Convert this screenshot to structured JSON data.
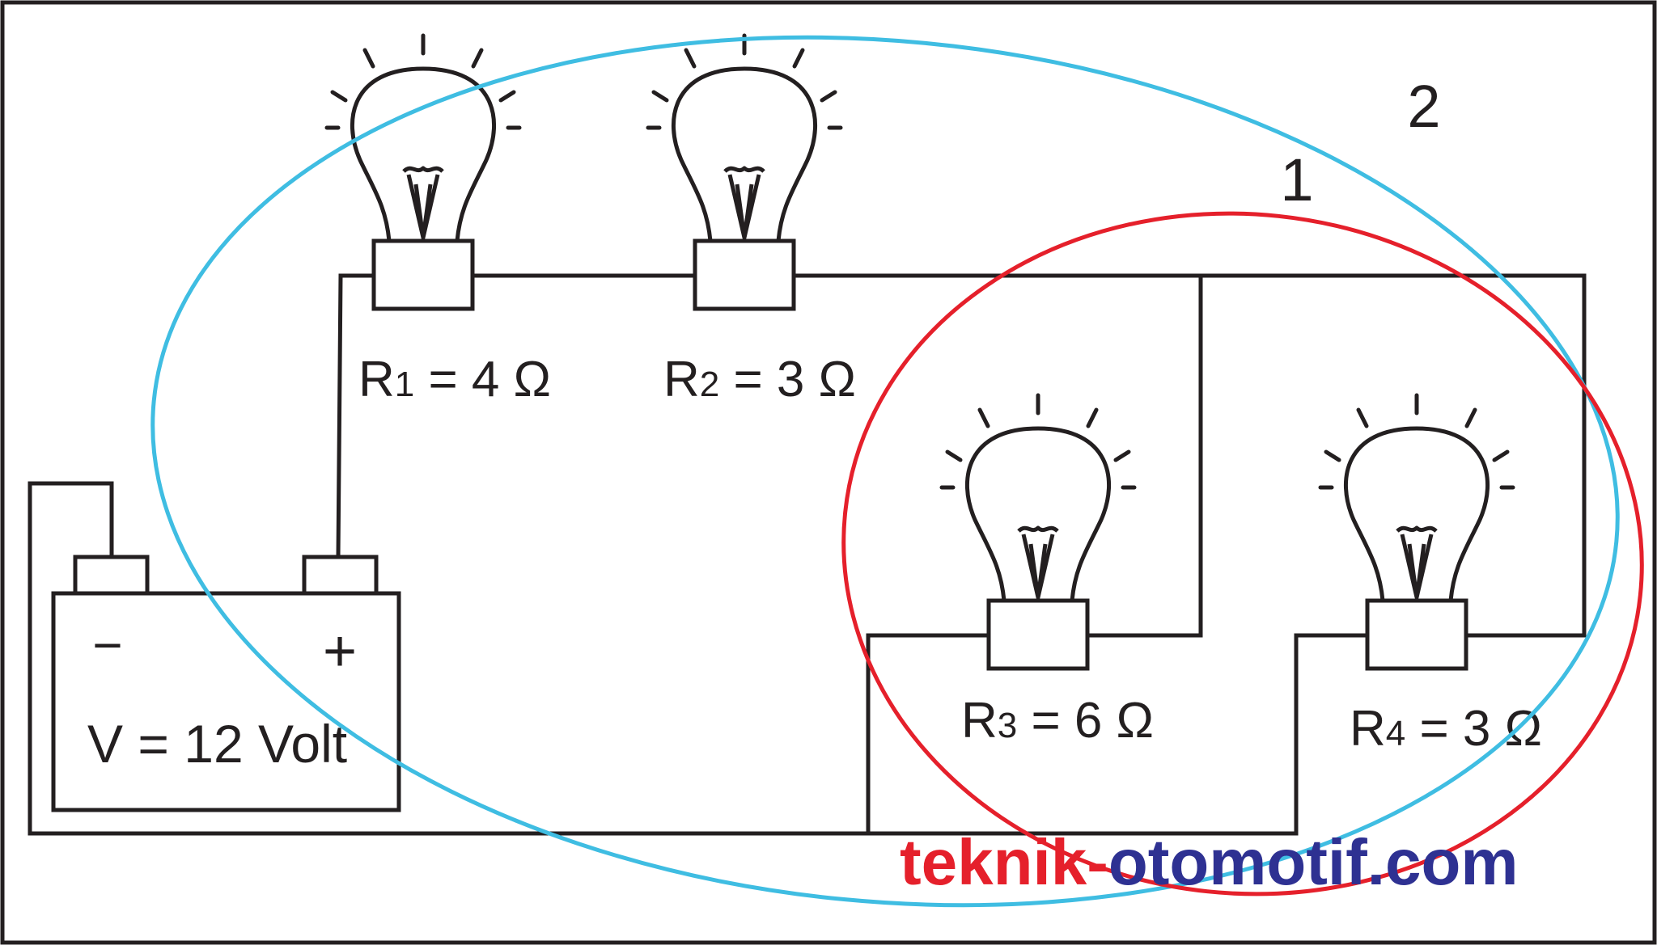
{
  "battery": {
    "minus_label": "−",
    "plus_label": "+",
    "voltage_label": "V = 12 Volt"
  },
  "resistors": [
    {
      "id": "R1",
      "letter": "R",
      "subscript": "1",
      "value": " = 4 Ω"
    },
    {
      "id": "R2",
      "letter": "R",
      "subscript": "2",
      "value": " = 3 Ω"
    },
    {
      "id": "R3",
      "letter": "R",
      "subscript": "3",
      "value": " = 6 Ω"
    },
    {
      "id": "R4",
      "letter": "R",
      "subscript": "4",
      "value": " = 3 Ω"
    }
  ],
  "loops": [
    {
      "label": "1",
      "color": "#e5202b"
    },
    {
      "label": "2",
      "color": "#3fbde2"
    }
  ],
  "watermark": {
    "part1": "teknik-",
    "part2": "otomotif.com",
    "color1": "#e5202b",
    "color2": "#2e3192"
  },
  "colors": {
    "ink": "#231f20",
    "background": "#ffffff"
  }
}
